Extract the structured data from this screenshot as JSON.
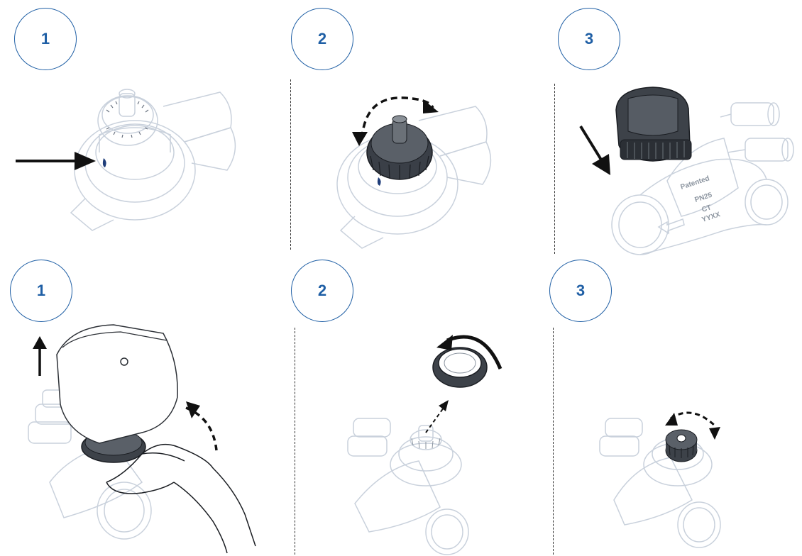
{
  "steps_top": [
    {
      "number": "1"
    },
    {
      "number": "2"
    },
    {
      "number": "3"
    }
  ],
  "steps_bottom": [
    {
      "number": "1"
    },
    {
      "number": "2"
    },
    {
      "number": "3"
    }
  ],
  "valve_body_marking": [
    "Patented",
    "PN25",
    "CT",
    "YYXX"
  ],
  "colors": {
    "accent": "#1f5fa5",
    "line": "#c9d1dc",
    "dark": "#2b2f35",
    "arrow": "#111111"
  }
}
